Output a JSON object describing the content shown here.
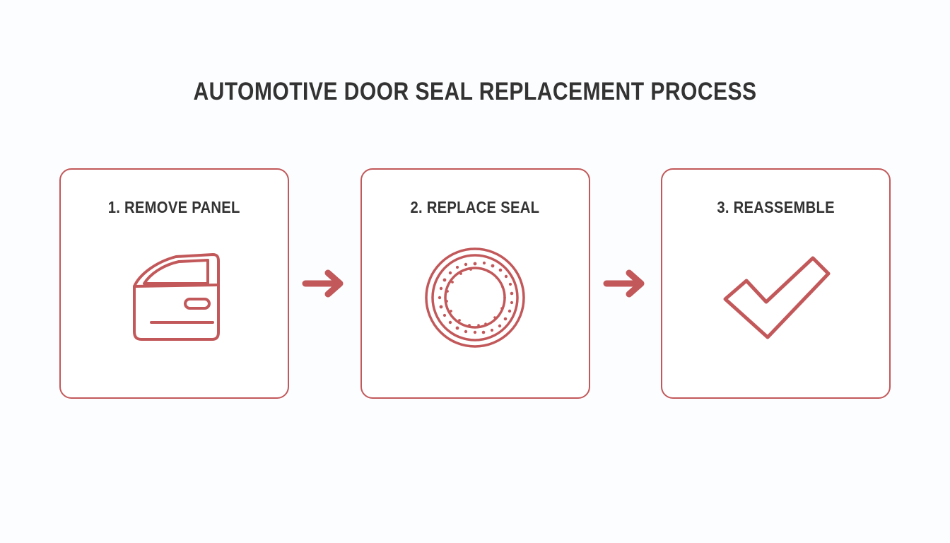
{
  "page": {
    "title": "AUTOMOTIVE DOOR SEAL REPLACEMENT PROCESS",
    "background_color": "#fcfdfe",
    "accent_color": "#c2585a",
    "text_color": "#333333"
  },
  "steps": [
    {
      "number": "1",
      "label": "1. REMOVE PANEL",
      "icon": "car-door-icon"
    },
    {
      "number": "2",
      "label": "2. REPLACE SEAL",
      "icon": "door-seal-ring-icon"
    },
    {
      "number": "3",
      "label": "3. REASSEMBLE",
      "icon": "checkmark-icon"
    }
  ],
  "connectors": [
    {
      "icon": "arrow-right-icon"
    },
    {
      "icon": "arrow-right-icon"
    }
  ]
}
